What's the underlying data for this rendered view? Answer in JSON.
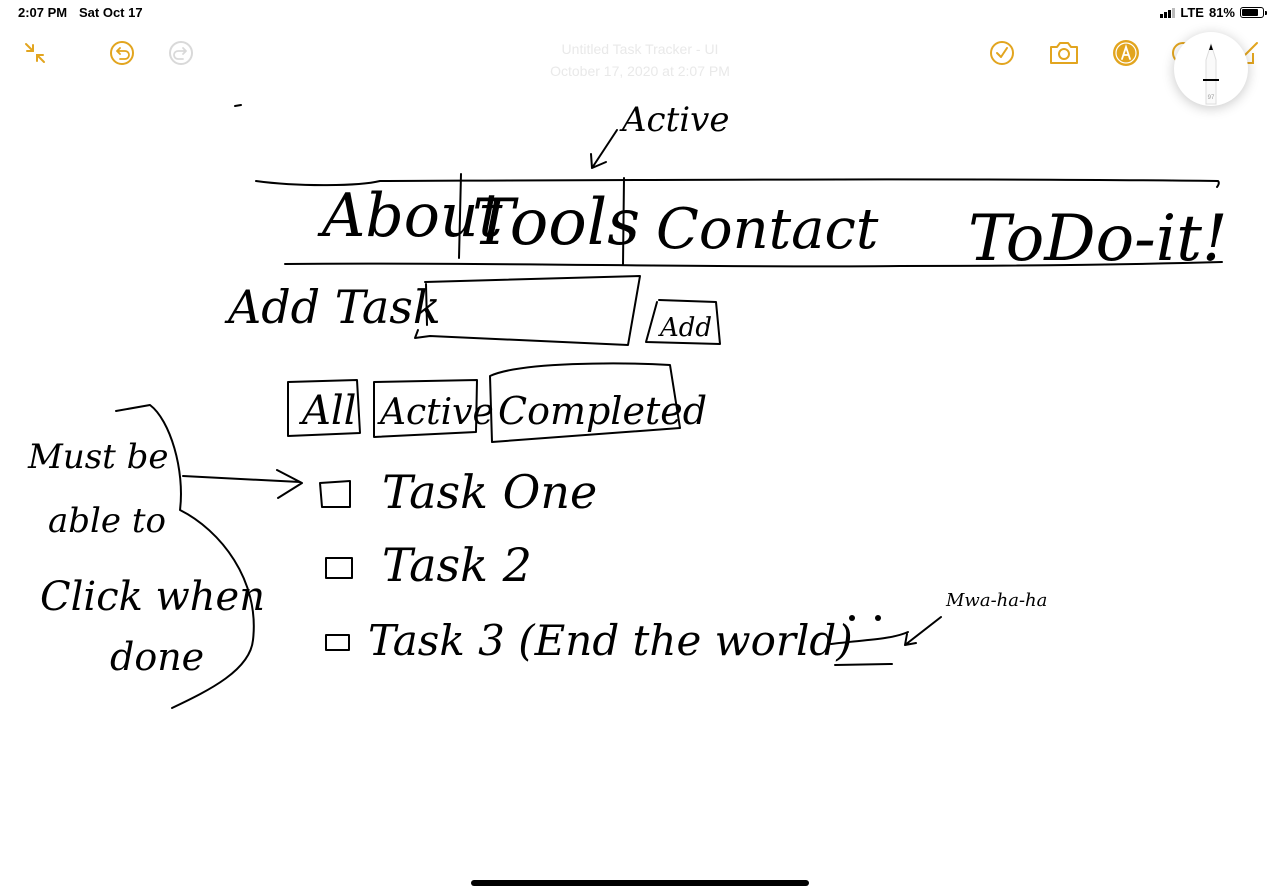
{
  "status_bar": {
    "time": "2:07 PM",
    "date": "Sat Oct 17",
    "network": "LTE",
    "battery": "81%",
    "battery_level": 0.81
  },
  "toolbar": {
    "left_icons": [
      "collapse-icon",
      "undo-icon",
      "redo-icon"
    ],
    "right_icons": [
      "checklist-icon",
      "camera-icon",
      "markup-icon",
      "lasso-icon",
      "compose-icon"
    ],
    "accent_color": "#e2a51f",
    "disabled_color": "#d9d9d9"
  },
  "note": {
    "title_line1": "Untitled Task Tracker - UI",
    "title_line2": "October 17, 2020 at 2:07 PM"
  },
  "pencil": {
    "size_label": "97"
  },
  "sketch": {
    "annotation_active": "Active",
    "nav_items": [
      "About",
      "Tools",
      "Contact"
    ],
    "brand": "ToDo-it!",
    "add_task_label": "Add Task",
    "add_button": "Add",
    "filters": [
      "All",
      "Active",
      "Completed"
    ],
    "tasks": [
      "Task One",
      "Task 2",
      "Task 3 (End the world)"
    ],
    "side_note_lines": [
      "Must be",
      "able to",
      "Click when",
      "done"
    ],
    "laugh_note": "Mwa-ha-ha"
  }
}
